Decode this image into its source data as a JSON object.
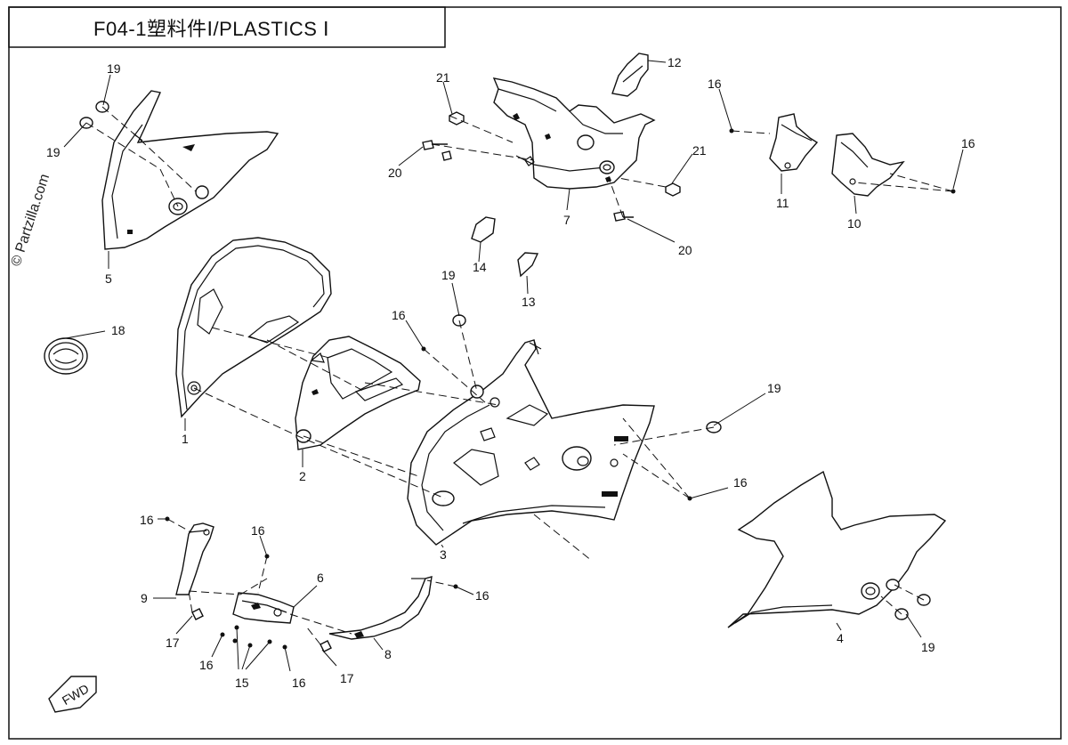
{
  "title": "F04-1塑料件Ⅰ/PLASTICS Ⅰ",
  "watermark": "© Partzilla.com",
  "fwd_label": "FWD",
  "callouts": [
    "1",
    "2",
    "3",
    "4",
    "5",
    "6",
    "7",
    "8",
    "9",
    "10",
    "11",
    "12",
    "13",
    "14",
    "15",
    "16",
    "17",
    "18",
    "19",
    "20",
    "21"
  ]
}
